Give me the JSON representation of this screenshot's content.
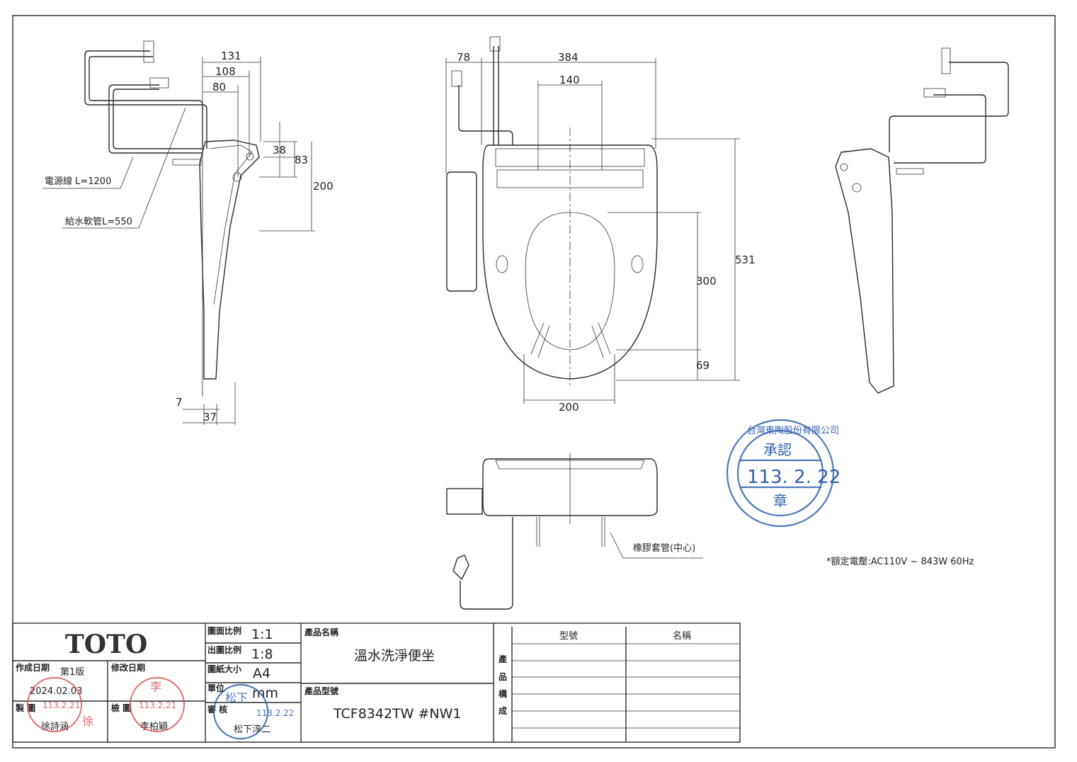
{
  "dimensions": {
    "side_left": {
      "d131": "131",
      "d108": "108",
      "d80": "80",
      "d38": "38",
      "d83": "83",
      "d200": "200",
      "d7": "7",
      "d37": "37"
    },
    "top": {
      "d78": "78",
      "d384": "384",
      "d140": "140",
      "d531": "531",
      "d300": "300",
      "d69": "69",
      "d200": "200"
    }
  },
  "labels": {
    "power_cord": "電源線 L=1200",
    "water_hose": "給水軟管L=550",
    "rubber_sleeve": "橡膠套管(中心)",
    "rated_voltage": "*額定電壓:AC110V ~ 843W 60Hz"
  },
  "approval_stamp": {
    "top_text": "台灣東陶股份有限公司",
    "title": "承認",
    "date": "113. 2. 22",
    "bottom": "章"
  },
  "title_block": {
    "logo": "TOTO",
    "scale_label": "圖面比例",
    "scale": "1:1",
    "print_scale_label": "出圖比例",
    "print_scale": "1:8",
    "paper_label": "圖紙大小",
    "paper": "A4",
    "unit_label": "單位",
    "unit": "mm",
    "approve_label": "審 核",
    "approver": "松下淳二",
    "created_label": "作成日期",
    "version": "第1版",
    "created_date": "2024.02.03",
    "modified_label": "修改日期",
    "drawn_label": "製 圖",
    "drawer": "徐詩涵",
    "checked_label": "檢 圖",
    "checker": "李柏穎",
    "product_name_label": "產品名稱",
    "product_name": "溫水洗淨便坐",
    "product_model_label": "產品型號",
    "product_model": "TCF8342TW #NW1",
    "composition_label": [
      "產",
      "品",
      "構",
      "成"
    ],
    "col_model": "型號",
    "col_name": "名稱"
  },
  "stamps": {
    "red1": "徐",
    "red1_date": "113.2.21",
    "red2": "李",
    "red2_date": "113.2.21",
    "blue": "松下",
    "blue_date": "113.2.22"
  }
}
